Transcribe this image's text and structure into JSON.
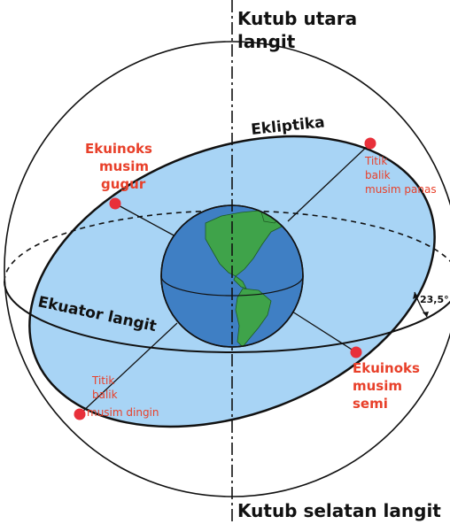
{
  "labels": {
    "north_pole": [
      "Kutub utara",
      "langit"
    ],
    "south_pole": "Kutub selatan langit",
    "ecliptic": "Ekliptika",
    "celestial_equator": "Ekuator langit",
    "tilt_angle": "23,5°",
    "autumn_equinox": [
      "Ekuinoks",
      "musim",
      "gugur"
    ],
    "spring_equinox": [
      "Ekuinoks",
      "musim",
      "semi"
    ],
    "summer_solstice": [
      "Titik",
      "balik",
      "musim panas"
    ],
    "winter_solstice": [
      "Titik",
      "balik",
      "musim dingin"
    ]
  },
  "colors": {
    "ecliptic_plane": "#a8d4f5",
    "earth_ocean": "#3f7fc4",
    "earth_land": "#3fa34a",
    "marker": "#e8303a",
    "red_text": "#e8402a",
    "line": "#111111"
  }
}
